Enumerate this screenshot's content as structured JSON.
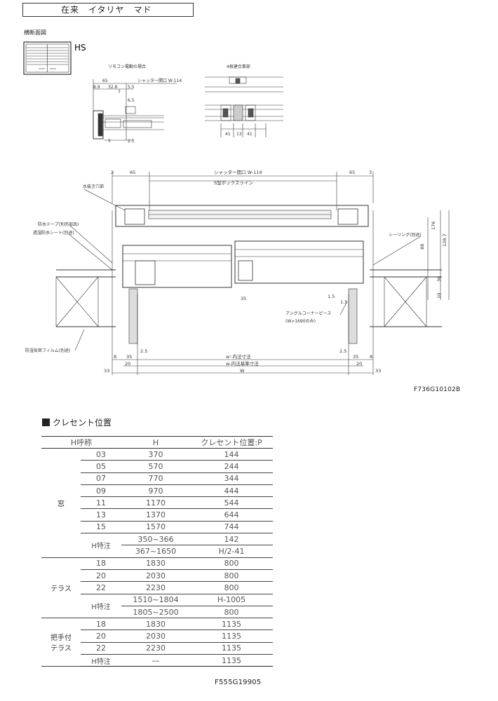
{
  "header": {
    "title": "在来　イタリヤ　マド",
    "section": "横断面図",
    "hs_label": "HS"
  },
  "drawing": {
    "detail_left_title": "リモコン電動の場合",
    "detail_left_dims": [
      "65",
      "8.9",
      "32.8",
      "5.5",
      "7",
      "6.5",
      "5",
      "2.5"
    ],
    "detail_left_opening": "シャッター開口 W-114",
    "detail_right_title": "4枚建合事部",
    "detail_right_dims": [
      "41",
      "13",
      "41"
    ],
    "main_dims_top": [
      "3",
      "65",
      "65",
      "3"
    ],
    "main_opening": "シャッター開口 W-114",
    "main_boxline": "S型ボックスライン",
    "right_dims": [
      "176",
      "128.7",
      "88",
      "36",
      "10"
    ],
    "label_drain": "水抜き穴部",
    "label_tape": "防水テープ(別売部品)",
    "label_sheet": "透湿防水シート(別途)",
    "label_film": "防湿気密フィルム(別途)",
    "label_sealing": "シーリング(別途)",
    "label_corner": "アングルコーナーピース",
    "label_corner_note": "(W>1690のみ)",
    "dim_35": "35",
    "dim_15a": "1.5",
    "dim_15b": "1.5",
    "bottom_dims_left": [
      "8",
      "35",
      "20",
      "33"
    ],
    "bottom_dims_right": [
      "8",
      "35",
      "20",
      "33"
    ],
    "dim_25a": "2.5",
    "dim_25b": "2.5",
    "bottom_w1": "w'-内法寸法",
    "bottom_w2": "w-内法基準寸法",
    "bottom_w3": "W"
  },
  "codes": {
    "drawing_code": "F736G10102B",
    "table_code": "F555G19905"
  },
  "table": {
    "title": "クレセント位置",
    "headers": [
      "H呼称",
      "H",
      "クレセント位置:P"
    ],
    "groups": [
      {
        "name": "窓",
        "rows": [
          [
            "03",
            "370",
            "144"
          ],
          [
            "05",
            "570",
            "244"
          ],
          [
            "07",
            "770",
            "344"
          ],
          [
            "09",
            "970",
            "444"
          ],
          [
            "11",
            "1170",
            "544"
          ],
          [
            "13",
            "1370",
            "644"
          ],
          [
            "15",
            "1570",
            "744"
          ]
        ],
        "special_label": "H特注",
        "special_rows": [
          [
            "350~366",
            "142"
          ],
          [
            "367~1650",
            "H/2-41"
          ]
        ]
      },
      {
        "name": "テラス",
        "rows": [
          [
            "18",
            "1830",
            "800"
          ],
          [
            "20",
            "2030",
            "800"
          ],
          [
            "22",
            "2230",
            "800"
          ]
        ],
        "special_label": "H特注",
        "special_rows": [
          [
            "1510~1804",
            "H-1005"
          ],
          [
            "1805~2500",
            "800"
          ]
        ]
      },
      {
        "name": "把手付\nテラス",
        "rows": [
          [
            "18",
            "1830",
            "1135"
          ],
          [
            "20",
            "2030",
            "1135"
          ],
          [
            "22",
            "2230",
            "1135"
          ]
        ],
        "special_label": "H特注",
        "special_rows": [
          [
            "—",
            "1135"
          ]
        ]
      }
    ]
  }
}
